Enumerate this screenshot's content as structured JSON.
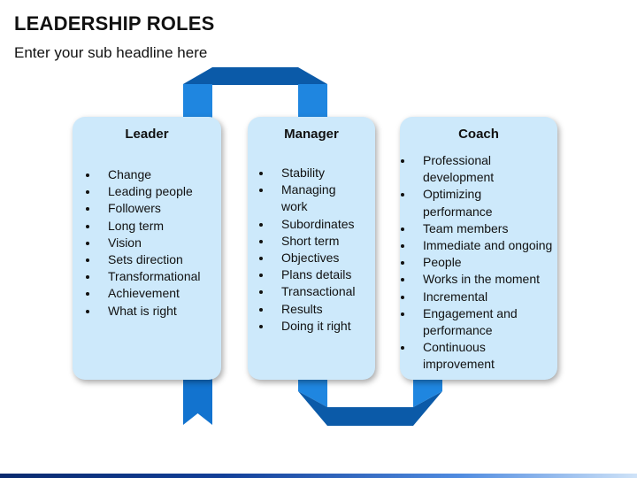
{
  "slide": {
    "title": "LEADERSHIP ROLES",
    "subtitle": "Enter your sub headline here"
  },
  "colors": {
    "ribbon_dark": "#0b5aa8",
    "ribbon_mid": "#1273cf",
    "ribbon_light": "#1f86e0",
    "card_fill": "#cde9fb"
  },
  "cards": [
    {
      "title": "Leader",
      "items": [
        "Change",
        "Leading people",
        "Followers",
        "Long term",
        "Vision",
        "Sets direction",
        "Transformational",
        "Achievement",
        "What is right"
      ]
    },
    {
      "title": "Manager",
      "items": [
        "Stability",
        "Managing work",
        "Subordinates",
        "Short term",
        "Objectives",
        "Plans details",
        "Transactional",
        "Results",
        "Doing it right"
      ]
    },
    {
      "title": "Coach",
      "items": [
        "Professional development",
        "Optimizing performance",
        "Team members",
        "Immediate and ongoing",
        "People",
        "Works in the moment",
        "Incremental",
        "Engagement and performance",
        "Continuous improvement"
      ]
    }
  ]
}
